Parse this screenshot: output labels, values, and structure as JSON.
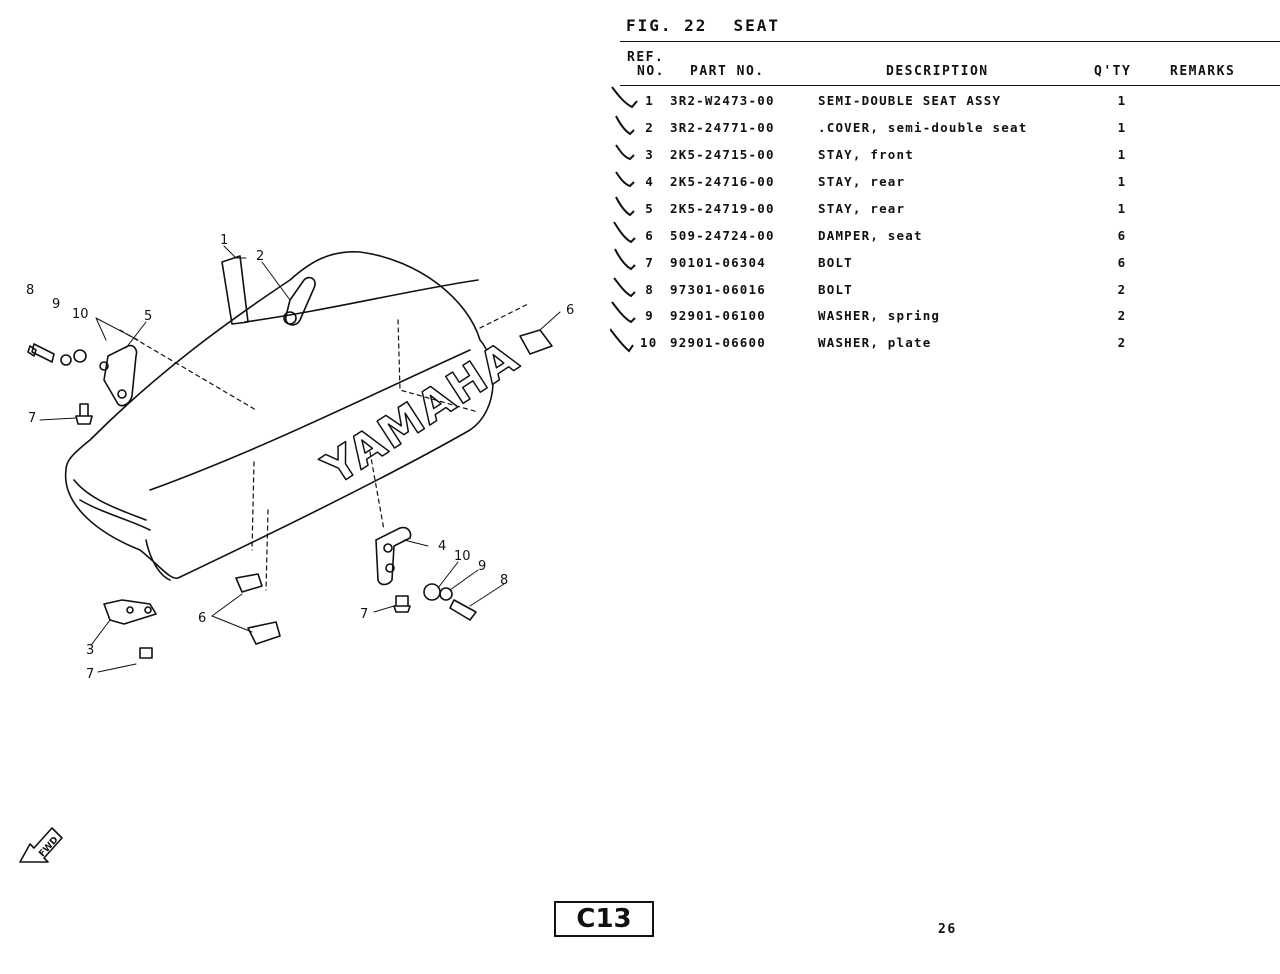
{
  "figure": {
    "label": "FIG. 22",
    "title": "SEAT"
  },
  "columns": {
    "ref_line1": "REF.",
    "ref_line2": "NO.",
    "part_no": "PART NO.",
    "description": "DESCRIPTION",
    "qty": "Q'TY",
    "remarks": "REMARKS"
  },
  "parts": [
    {
      "ref": "1",
      "part_no": "3R2-W2473-00",
      "description": "SEMI-DOUBLE SEAT ASSY",
      "qty": "1",
      "remarks": ""
    },
    {
      "ref": "2",
      "part_no": "3R2-24771-00",
      "description": ".COVER, semi-double seat",
      "qty": "1",
      "remarks": ""
    },
    {
      "ref": "3",
      "part_no": "2K5-24715-00",
      "description": "STAY, front",
      "qty": "1",
      "remarks": ""
    },
    {
      "ref": "4",
      "part_no": "2K5-24716-00",
      "description": "STAY, rear",
      "qty": "1",
      "remarks": ""
    },
    {
      "ref": "5",
      "part_no": "2K5-24719-00",
      "description": "STAY, rear",
      "qty": "1",
      "remarks": ""
    },
    {
      "ref": "6",
      "part_no": "509-24724-00",
      "description": "DAMPER, seat",
      "qty": "6",
      "remarks": ""
    },
    {
      "ref": "7",
      "part_no": "90101-06304",
      "description": "BOLT",
      "qty": "6",
      "remarks": ""
    },
    {
      "ref": "8",
      "part_no": "97301-06016",
      "description": "BOLT",
      "qty": "2",
      "remarks": ""
    },
    {
      "ref": "9",
      "part_no": "92901-06100",
      "description": "WASHER, spring",
      "qty": "2",
      "remarks": ""
    },
    {
      "ref": "10",
      "part_no": "92901-06600",
      "description": "WASHER, plate",
      "qty": "2",
      "remarks": ""
    }
  ],
  "drawing": {
    "brand_text": "YAMAHA",
    "callouts": [
      "1",
      "2",
      "3",
      "4",
      "5",
      "6",
      "6",
      "7",
      "7",
      "7",
      "8",
      "8",
      "9",
      "9",
      "10",
      "10"
    ]
  },
  "footer": {
    "section_code": "C13",
    "page_number": "26",
    "fwd_label": "FWD"
  }
}
